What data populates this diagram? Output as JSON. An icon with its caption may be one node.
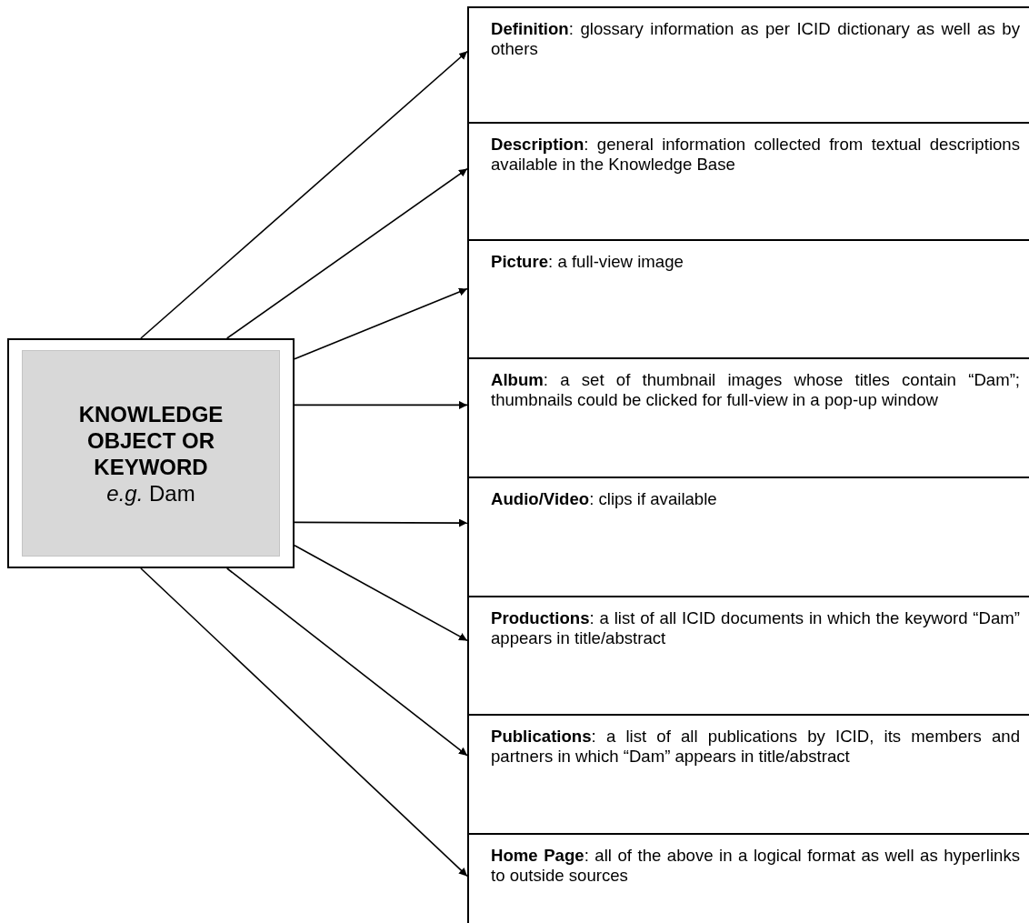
{
  "diagram": {
    "nodes": [
      {
        "text": [
          "KNOWLEDGE OBJECT OR KEYWORD",
          "*e.g.* Dam"
        ]
      },
      {
        "text": [
          "**Definition**: glossary information as per ICID dictionary as well as by others"
        ]
      },
      {
        "text": [
          "**Description**: general information collected from textual descriptions available in the Knowledge Base"
        ]
      },
      {
        "text": [
          "**Picture**: a full-view image"
        ]
      },
      {
        "text": [
          "**Album**: a set of thumbnail images whose titles contain “Dam”; thumbnails could be clicked for full-view in a pop-up window"
        ]
      },
      {
        "text": [
          "**Audio/Video**: clips if available"
        ]
      },
      {
        "text": [
          "**Productions**: a list of all ICID documents in which the keyword “Dam” appears in title/abstract"
        ]
      },
      {
        "text": [
          "**Publications**: a list of all publications by ICID, its members and partners in which “Dam” appears in title/abstract"
        ]
      },
      {
        "text": [
          "**Home Page**: all of the above in a logical format as well as hyperlinks to outside sources"
        ]
      }
    ],
    "edges": [
      {
        "from": 0,
        "to": 1,
        "arrow": "to"
      },
      {
        "from": 0,
        "to": 2,
        "arrow": "to"
      },
      {
        "from": 0,
        "to": 3,
        "arrow": "to"
      },
      {
        "from": 0,
        "to": 4,
        "arrow": "to"
      },
      {
        "from": 0,
        "to": 5,
        "arrow": "to"
      },
      {
        "from": 0,
        "to": 6,
        "arrow": "to"
      },
      {
        "from": 0,
        "to": 7,
        "arrow": "to"
      },
      {
        "from": 0,
        "to": 8,
        "arrow": "to"
      }
    ]
  }
}
